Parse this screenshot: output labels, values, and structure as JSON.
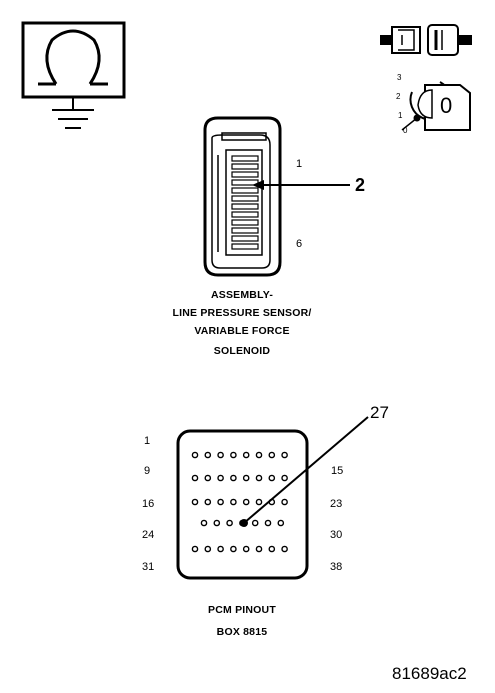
{
  "ohmmeter": {
    "symbol": "Ω"
  },
  "key_switch": {
    "positions": [
      "3",
      "2",
      "1",
      "0"
    ],
    "selected": "0"
  },
  "sensor_connector": {
    "pin_first": "1",
    "pin_last": "6",
    "callout": "2",
    "caption": [
      "ASSEMBLY-",
      "LINE PRESSURE SENSOR/",
      "VARIABLE FORCE",
      "SOLENOID"
    ]
  },
  "pcm_connector": {
    "row_labels_left": [
      "1",
      "9",
      "16",
      "24",
      "31"
    ],
    "row_labels_right": [
      "15",
      "23",
      "30",
      "38"
    ],
    "callout": "27",
    "caption": [
      "PCM PINOUT",
      "BOX 8815"
    ]
  },
  "figure_id": "81689ac2"
}
